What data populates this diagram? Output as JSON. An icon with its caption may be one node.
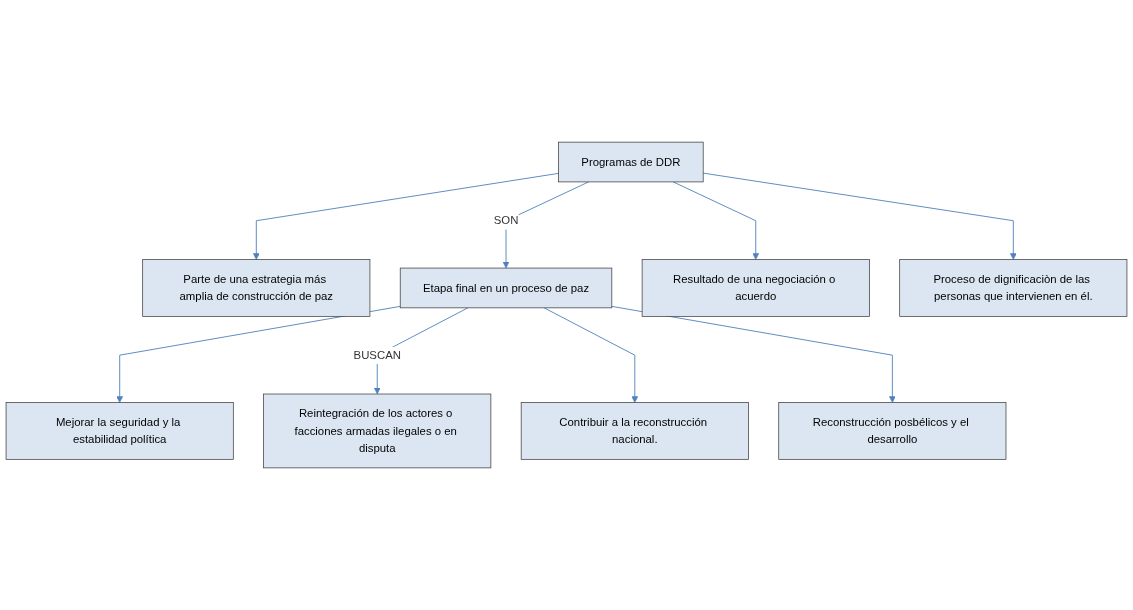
{
  "diagram": {
    "nodes": [
      {
        "text": [
          "Programas de DDR"
        ]
      },
      {
        "text": [
          "Parte de una estrategia más amplia de construcción de paz"
        ]
      },
      {
        "text": [
          "Etapa final en un proceso de paz"
        ]
      },
      {
        "text": [
          "Resultado de una negociación o acuerdo"
        ]
      },
      {
        "text": [
          "Proceso de dignificaciòn de las personas que intervienen en él."
        ]
      },
      {
        "text": [
          "Mejorar la seguridad y la estabilidad política"
        ]
      },
      {
        "text": [
          "Reintegración de los actores o facciones armadas ilegales o en disputa"
        ]
      },
      {
        "text": [
          "Contribuir a la reconstrucción nacional."
        ]
      },
      {
        "text": [
          "Reconstrucción posbélicos y el desarrollo"
        ]
      }
    ],
    "edges": [
      {
        "from": 0,
        "to": 1,
        "arrow": "to"
      },
      {
        "from": 0,
        "to": 2,
        "arrow": "to",
        "label": "SON"
      },
      {
        "from": 0,
        "to": 3,
        "arrow": "to"
      },
      {
        "from": 0,
        "to": 4,
        "arrow": "to"
      },
      {
        "from": 2,
        "to": 5,
        "arrow": "to"
      },
      {
        "from": 2,
        "to": 6,
        "arrow": "to",
        "label": "BUSCAN"
      },
      {
        "from": 2,
        "to": 7,
        "arrow": "to"
      },
      {
        "from": 2,
        "to": 8,
        "arrow": "to"
      }
    ]
  }
}
